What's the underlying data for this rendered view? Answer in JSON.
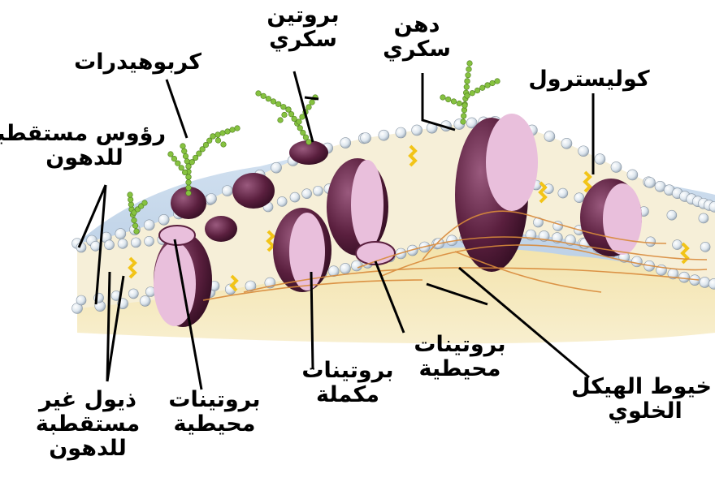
{
  "labels": {
    "glycoprotein": [
      "بروتين",
      "سكري"
    ],
    "glycolipid": [
      "دهن",
      "سكري"
    ],
    "carbohydrates": "كربوهيدرات",
    "cholesterol": "كوليسترول",
    "polar_heads": [
      "رؤوس مستقطبة",
      "للدهون"
    ],
    "nonpolar_tails": [
      "ذيول غير",
      "مستقطبة",
      "للدهون"
    ],
    "peripheral_proteins_left": [
      "بروتينات",
      "محيطية"
    ],
    "integral_proteins": [
      "بروتينات",
      "مكملة"
    ],
    "peripheral_proteins_right": [
      "بروتينات",
      "محيطية"
    ],
    "cytoskeleton_filaments": [
      "خيوط الهيكل",
      "الخلوي"
    ]
  },
  "colors": {
    "lipid_head": "#e8eef4",
    "protein": "#5a1f3e",
    "protein_face": "#e9bfdc",
    "cholesterol": "#f2c418",
    "sugar_chain": "#86c240",
    "cytoplasm": "#f4e6b4",
    "extracellular": "#bcd4ea",
    "filament": "#d98a3a"
  }
}
